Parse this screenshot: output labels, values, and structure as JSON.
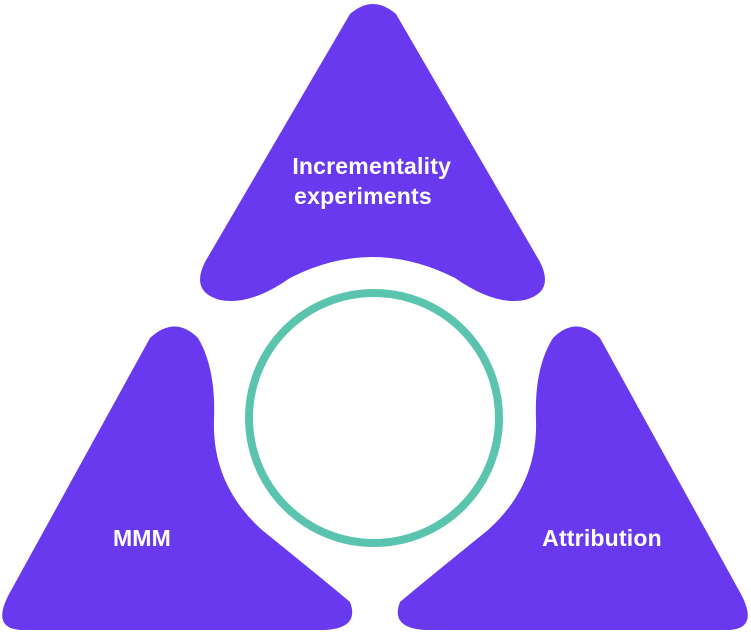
{
  "diagram": {
    "nodes": [
      {
        "id": "top",
        "label_lines": [
          "Incrementality",
          "experiments"
        ]
      },
      {
        "id": "left",
        "label_lines": [
          "MMM"
        ]
      },
      {
        "id": "right",
        "label_lines": [
          "Attribution"
        ]
      }
    ],
    "center_shape": "ring"
  },
  "colors": {
    "triangle_fill": "#6939EF",
    "label_text": "#FFFFFF",
    "ring_stroke": "#5BC4AE",
    "background": "#FFFFFF"
  }
}
